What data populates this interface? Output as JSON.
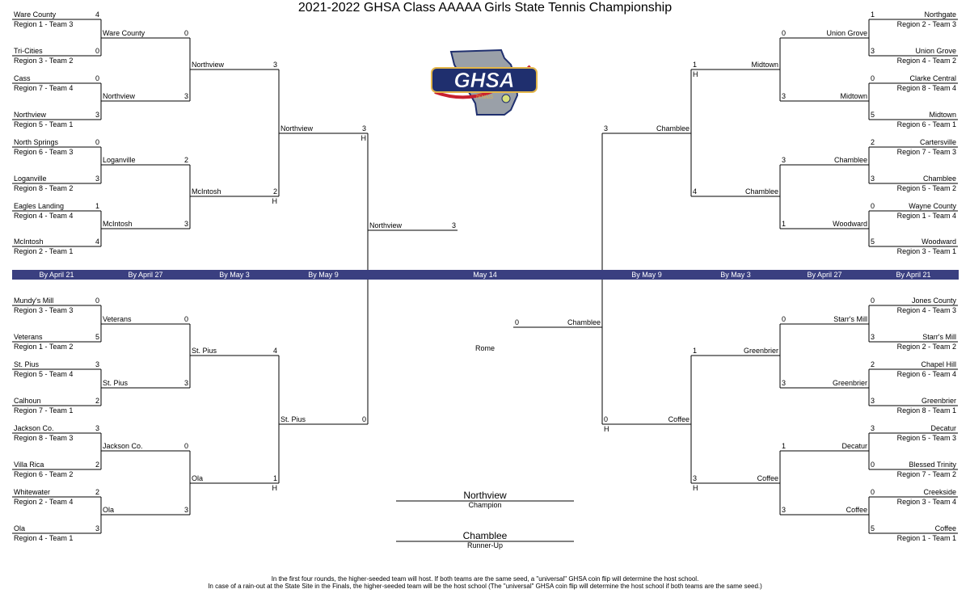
{
  "title": "2021-2022 GHSA Class AAAAA Girls State Tennis Championship",
  "logo": {
    "text": "GHSA",
    "subtext": "TENNIS",
    "colors": {
      "navy": "#1f2f6e",
      "gold": "#e3b64a",
      "red": "#c8202f",
      "state": "#9aa0a8"
    }
  },
  "banner_color": "#3a3f80",
  "round_dates": {
    "left": [
      "By April 21",
      "By April 27",
      "By May 3",
      "By May 9"
    ],
    "center": "May 14",
    "right": [
      "By May 9",
      "By May 3",
      "By April 27",
      "By April 21"
    ]
  },
  "left_r1": [
    {
      "name": "Ware County",
      "seed": "Region 1 - Team 3",
      "score": "4"
    },
    {
      "name": "Tri-Cities",
      "seed": "Region 3 - Team 2",
      "score": "0"
    },
    {
      "name": "Cass",
      "seed": "Region 7 - Team 4",
      "score": "0"
    },
    {
      "name": "Northview",
      "seed": "Region 5 - Team 1",
      "score": "3"
    },
    {
      "name": "North Springs",
      "seed": "Region 6 - Team 3",
      "score": "0"
    },
    {
      "name": "Loganville",
      "seed": "Region 8 - Team 2",
      "score": "3"
    },
    {
      "name": "Eagles Landing",
      "seed": "Region 4 - Team 4",
      "score": "1"
    },
    {
      "name": "McIntosh",
      "seed": "Region 2 - Team 1",
      "score": "4"
    },
    {
      "name": "Mundy's Mill",
      "seed": "Region 3 - Team 3",
      "score": "0"
    },
    {
      "name": "Veterans",
      "seed": "Region 1 - Team 2",
      "score": "5"
    },
    {
      "name": "St. Pius",
      "seed": "Region 5 - Team 4",
      "score": "3"
    },
    {
      "name": "Calhoun",
      "seed": "Region 7 - Team 1",
      "score": "2"
    },
    {
      "name": "Jackson Co.",
      "seed": "Region 8 - Team 3",
      "score": "3"
    },
    {
      "name": "Villa Rica",
      "seed": "Region 6 - Team 2",
      "score": "2"
    },
    {
      "name": "Whitewater",
      "seed": "Region 2 - Team 4",
      "score": "2"
    },
    {
      "name": "Ola",
      "seed": "Region 4 - Team 1",
      "score": "3"
    }
  ],
  "left_r2": [
    {
      "name": "Ware County",
      "score": "0"
    },
    {
      "name": "Northview",
      "score": "3"
    },
    {
      "name": "Loganville",
      "score": "2"
    },
    {
      "name": "McIntosh",
      "score": "3"
    },
    {
      "name": "Veterans",
      "score": "0"
    },
    {
      "name": "St. Pius",
      "score": "3"
    },
    {
      "name": "Jackson Co.",
      "score": "0"
    },
    {
      "name": "Ola",
      "score": "3"
    }
  ],
  "left_r3": [
    {
      "name": "Northview",
      "score": "3",
      "host": ""
    },
    {
      "name": "McIntosh",
      "score": "2",
      "host": "H"
    },
    {
      "name": "St. Pius",
      "score": "4",
      "host": ""
    },
    {
      "name": "Ola",
      "score": "1",
      "host": "H"
    }
  ],
  "left_r4": [
    {
      "name": "Northview",
      "score": "3",
      "host": "H"
    },
    {
      "name": "St. Pius",
      "score": "0",
      "host": ""
    }
  ],
  "left_r5": {
    "name": "Northview",
    "score": "3"
  },
  "right_r1": [
    {
      "name": "Northgate",
      "seed": "Region 2 - Team 3",
      "score": "1"
    },
    {
      "name": "Union Grove",
      "seed": "Region 4 - Team 2",
      "score": "3"
    },
    {
      "name": "Clarke Central",
      "seed": "Region  8 - Team 4",
      "score": "0"
    },
    {
      "name": "Midtown",
      "seed": "Region 6 - Team 1",
      "score": "5"
    },
    {
      "name": "Cartersville",
      "seed": "Region 7 - Team 3",
      "score": "2"
    },
    {
      "name": "Chamblee",
      "seed": "Region 5 - Team 2",
      "score": "3"
    },
    {
      "name": "Wayne County",
      "seed": "Region 1 - Team 4",
      "score": "0"
    },
    {
      "name": "Woodward",
      "seed": "Region 3 - Team 1",
      "score": "5"
    },
    {
      "name": "Jones County",
      "seed": "Region 4 - Team 3",
      "score": "0"
    },
    {
      "name": "Starr's Mill",
      "seed": "Region 2 - Team 2",
      "score": "3"
    },
    {
      "name": "Chapel Hill",
      "seed": "Region 6 - Team 4",
      "score": "2"
    },
    {
      "name": "Greenbrier",
      "seed": "Region 8 - Team 1",
      "score": "3"
    },
    {
      "name": "Decatur",
      "seed": "Region 5 - Team 3",
      "score": "3"
    },
    {
      "name": "Blessed Trinity",
      "seed": "Region 7 - Team 2",
      "score": "0"
    },
    {
      "name": "Creekside",
      "seed": "Region 3 - Team 4",
      "score": "0"
    },
    {
      "name": "Coffee",
      "seed": "Region 1 - Team 1",
      "score": "5"
    }
  ],
  "right_r2": [
    {
      "name": "Union Grove",
      "score": "0"
    },
    {
      "name": "Midtown",
      "score": "3"
    },
    {
      "name": "Chamblee",
      "score": "3"
    },
    {
      "name": "Woodward",
      "score": "1"
    },
    {
      "name": "Starr's Mill",
      "score": "0"
    },
    {
      "name": "Greenbrier",
      "score": "3"
    },
    {
      "name": "Decatur",
      "score": "1"
    },
    {
      "name": "Coffee",
      "score": "3"
    }
  ],
  "right_r3": [
    {
      "name": "Midtown",
      "score": "1",
      "host": "H"
    },
    {
      "name": "Chamblee",
      "score": "4",
      "host": ""
    },
    {
      "name": "Greenbrier",
      "score": "1",
      "host": ""
    },
    {
      "name": "Coffee",
      "score": "3",
      "host": "H"
    }
  ],
  "right_r4": [
    {
      "name": "Chamblee",
      "score": "3",
      "host": ""
    },
    {
      "name": "Coffee",
      "score": "0",
      "host": "H"
    }
  ],
  "right_r5": {
    "name": "Chamblee",
    "score": "0"
  },
  "final_site": "Rome",
  "champion": {
    "name": "Northview",
    "label": "Champion"
  },
  "runner_up": {
    "name": "Chamblee",
    "label": "Runner-Up"
  },
  "footnote": [
    "In the first four rounds, the higher-seeded team will host.  If both teams are the same seed, a \"universal\" GHSA coin flip will determine the host school.",
    "In case of a rain-out at the State Site in the Finals, the higher-seeded team will be the host school (The \"universal\" GHSA coin flip will determine the host school if both teams are the same seed.)"
  ]
}
